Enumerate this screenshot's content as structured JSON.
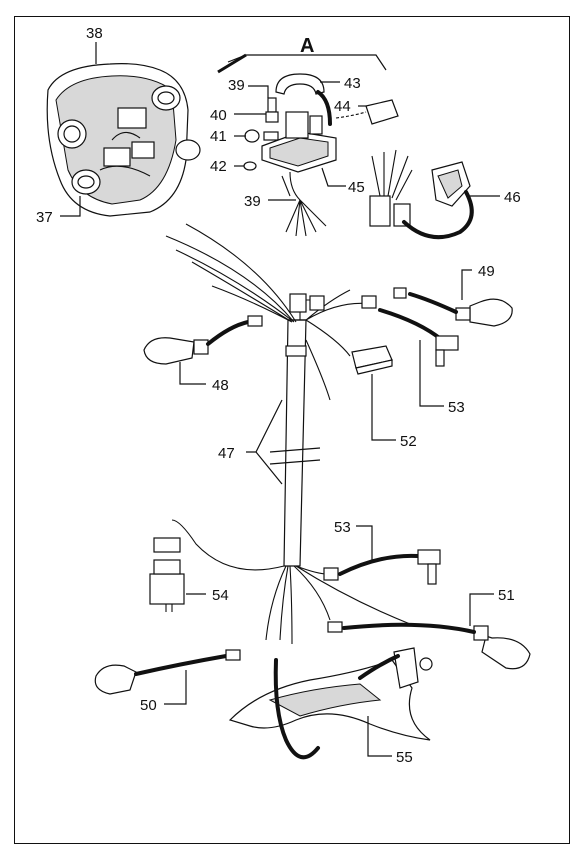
{
  "section_label": "A",
  "callouts": {
    "c38": "38",
    "c37": "37",
    "c39a": "39",
    "c40": "40",
    "c41": "41",
    "c42": "42",
    "c39b": "39",
    "c43": "43",
    "c44": "44",
    "c45": "45",
    "c46": "46",
    "c49": "49",
    "c48": "48",
    "c53a": "53",
    "c52": "52",
    "c47": "47",
    "c53b": "53",
    "c54": "54",
    "c51": "51",
    "c50": "50",
    "c55": "55"
  }
}
